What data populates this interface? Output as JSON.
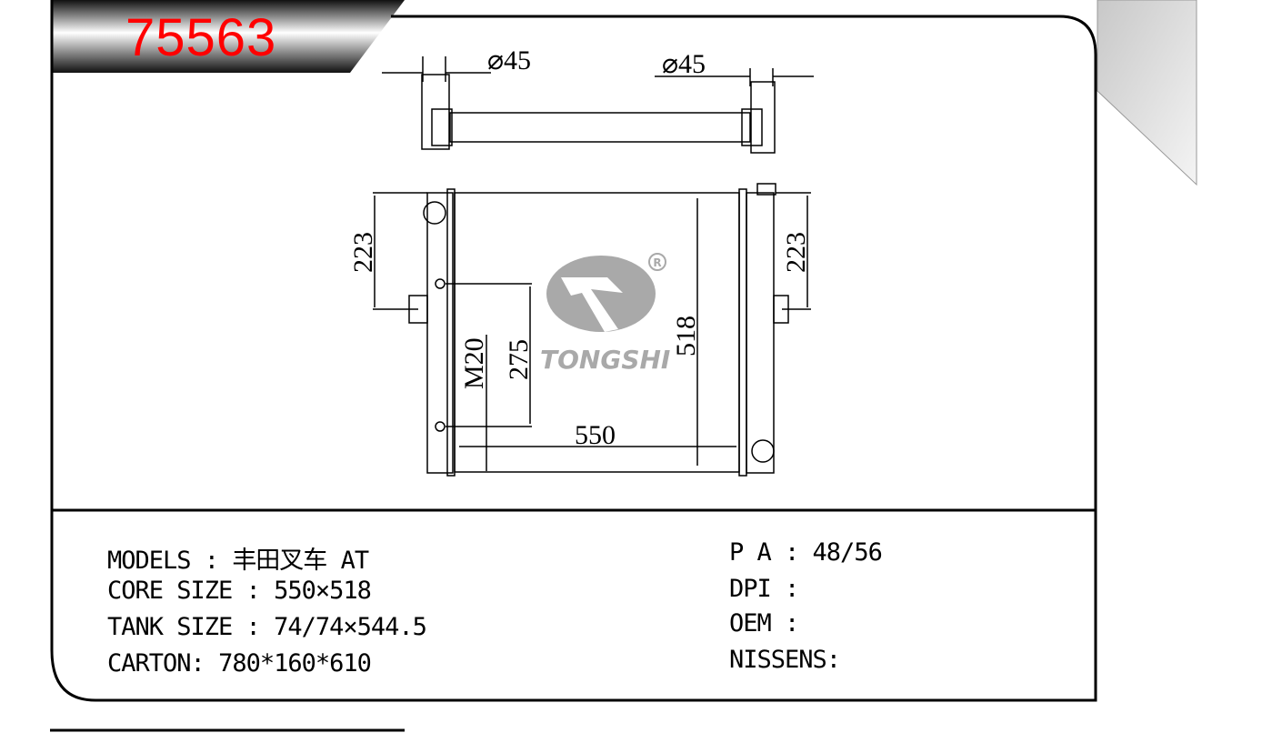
{
  "part_number": "75563",
  "brand": {
    "name": "TONGSHI",
    "registered": "®"
  },
  "colors": {
    "part_number": "#ff0000",
    "logo": "#a9a9a9"
  },
  "dimensions": {
    "inlet_diameter": "⌀45",
    "outlet_diameter": "⌀45",
    "left_height": "223",
    "right_height": "223",
    "core_height": "518",
    "core_width": "550",
    "mount_spacing": "275",
    "thread": "M20"
  },
  "specs_left": [
    {
      "label": "MODELS :",
      "value": "丰田叉车 AT"
    },
    {
      "label": "CORE SIZE :",
      "value": "550×518"
    },
    {
      "label": "TANK SIZE :",
      "value": "74/74×544.5"
    },
    {
      "label": "CARTON:",
      "value": "780*160*610"
    }
  ],
  "specs_right": [
    {
      "label": "P A :",
      "value": "48/56"
    },
    {
      "label": "DPI :",
      "value": ""
    },
    {
      "label": "OEM :",
      "value": ""
    },
    {
      "label": "NISSENS:",
      "value": ""
    }
  ]
}
